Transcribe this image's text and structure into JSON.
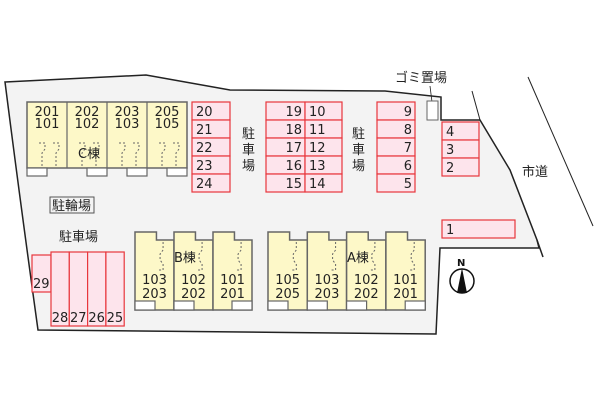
{
  "labels": {
    "garbage": "ゴミ置場",
    "city_road": "市道",
    "bicycle_parking": "駐輪場",
    "parking_left": "駐車場",
    "parking_mid1": [
      "駐",
      "車",
      "場"
    ],
    "parking_mid2": [
      "駐",
      "車",
      "場"
    ],
    "building_c": "C棟",
    "building_b": "B棟",
    "building_a": "A棟",
    "compass_north": "N"
  },
  "building_c_units": [
    [
      "201",
      "101"
    ],
    [
      "202",
      "102"
    ],
    [
      "203",
      "103"
    ],
    [
      "205",
      "105"
    ]
  ],
  "building_b_units": [
    [
      "103",
      "203"
    ],
    [
      "102",
      "202"
    ],
    [
      "101",
      "201"
    ]
  ],
  "building_a_units": [
    [
      "105",
      "205"
    ],
    [
      "103",
      "203"
    ],
    [
      "102",
      "202"
    ],
    [
      "101",
      "201"
    ]
  ],
  "parking": {
    "col_20_24": [
      "20",
      "21",
      "22",
      "23",
      "24"
    ],
    "col_19_15": [
      "19",
      "18",
      "17",
      "16",
      "15"
    ],
    "col_10_14": [
      "10",
      "11",
      "12",
      "13",
      "14"
    ],
    "col_9_5": [
      "9",
      "8",
      "7",
      "6",
      "5"
    ],
    "col_4_2": [
      "4",
      "3",
      "2"
    ],
    "single_1": "1",
    "single_29": "29",
    "row_28_25": [
      "28",
      "27",
      "26",
      "25"
    ]
  },
  "colors": {
    "lot": "#f3f3f3",
    "building": "#fdf8c8",
    "parking_fill": "#fde4ec",
    "parking_stroke": "#e8363c"
  }
}
